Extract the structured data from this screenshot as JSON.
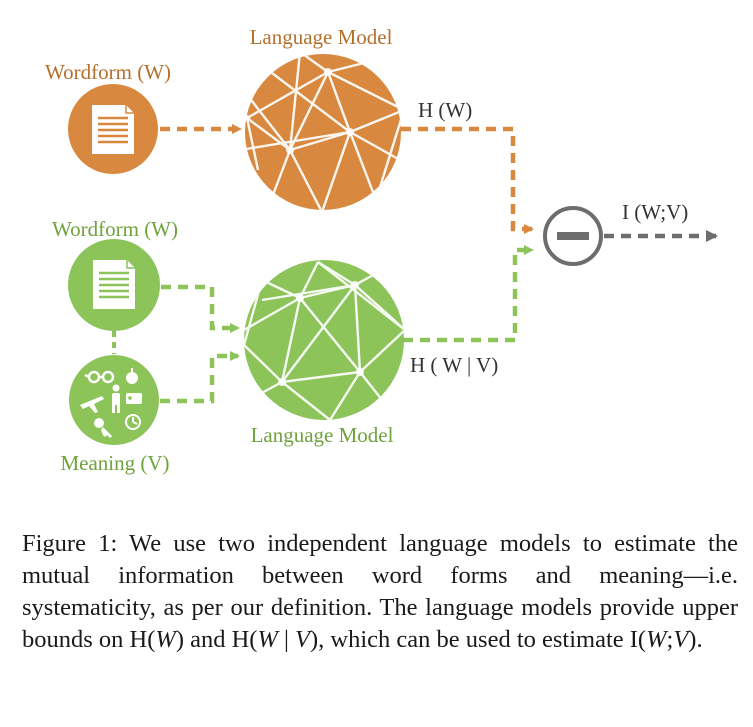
{
  "figure": {
    "top_wordform_label": "Wordform (W)",
    "top_model_label": "Language Model",
    "bottom_wordform_label": "Wordform (W)",
    "meaning_label": "Meaning (V)",
    "bottom_model_label": "Language Model",
    "h_w_label": "H (W)",
    "h_w_given_v_label": "H ( W | V)",
    "mi_label": "I (W;V)",
    "colors": {
      "orange": "#d8893f",
      "orange_text": "#b5702c",
      "green": "#8cc45a",
      "green_text": "#6fa23c",
      "gray": "#6d6d6d"
    },
    "icons": [
      "document-icon",
      "document-icon",
      "glasses-icon",
      "person-icon",
      "apple-icon",
      "airplane-icon",
      "tag-icon",
      "key-icon",
      "clock-icon",
      "minus-icon"
    ]
  },
  "caption": {
    "lead": "Figure 1: We use two independent language models to estimate the mutual information between word forms and meaning—i.e. systematicity, as per our definition. The language models provide upper bounds on H(",
    "w1": "W",
    "mid1": ") and H(",
    "w2": "W",
    "bar": " | ",
    "v1": "V",
    "mid2": "), which can be used to estimate I(",
    "w3": "W",
    "semi": ";",
    "v2": "V",
    "end": ")."
  }
}
